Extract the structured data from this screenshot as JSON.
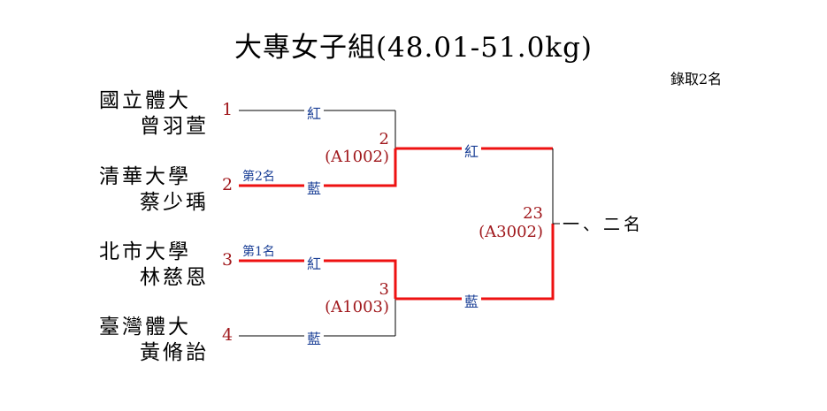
{
  "title": "大專女子組(48.01-51.0kg)",
  "quota": "錄取2名",
  "colors": {
    "winner_line": "#ee1111",
    "loser_line": "#000000",
    "seed_text": "#a0181c",
    "corner_text": "#1a3f96"
  },
  "competitors": [
    {
      "seed": "1",
      "school": "國立體大",
      "name": "曾羽萱",
      "rank": ""
    },
    {
      "seed": "2",
      "school": "清華大學",
      "name": "蔡少瑀",
      "rank": "第2名"
    },
    {
      "seed": "3",
      "school": "北市大學",
      "name": "林慈恩",
      "rank": "第1名"
    },
    {
      "seed": "4",
      "school": "臺灣體大",
      "name": "黃脩詒",
      "rank": ""
    }
  ],
  "matches": [
    {
      "number": "2",
      "code": "(A1002)",
      "red_corner": "紅",
      "blue_corner": "藍",
      "winner": "blue"
    },
    {
      "number": "3",
      "code": "(A1003)",
      "red_corner": "紅",
      "blue_corner": "藍",
      "winner": "red"
    },
    {
      "number": "23",
      "code": "(A3002)",
      "red_corner": "紅",
      "blue_corner": "藍",
      "winner": "blue"
    }
  ],
  "final_label": "一、二名"
}
